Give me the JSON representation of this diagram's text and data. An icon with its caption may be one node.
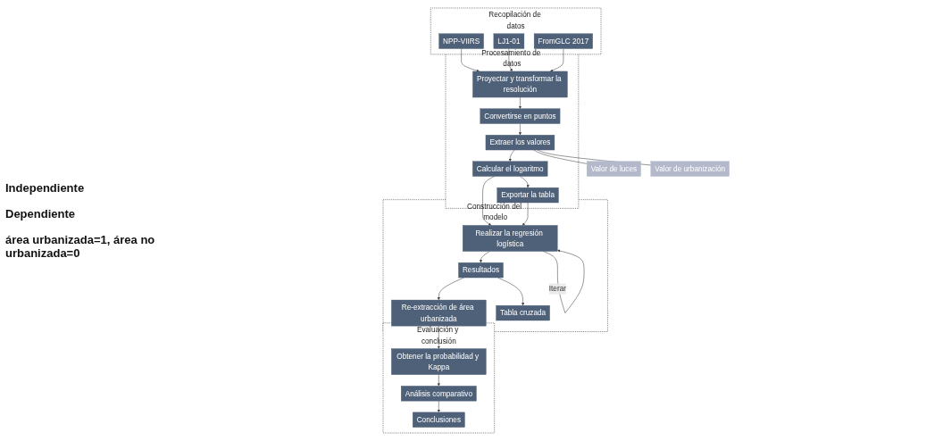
{
  "diagram": {
    "nodes": [
      {
        "text": [
          "Recopilación de datos"
        ]
      },
      {
        "text": [
          "NPP-VIIRS"
        ],
        "in": 0
      },
      {
        "text": [
          "LJ1-01"
        ],
        "in": 0
      },
      {
        "text": [
          "FromGLC 2017"
        ],
        "in": 0
      },
      {
        "text": [
          "Procesamiento de datos"
        ]
      },
      {
        "text": [
          "Proyectar y transformar la resolución"
        ],
        "in": 4
      },
      {
        "text": [
          "Convertirse en puntos"
        ],
        "in": 4
      },
      {
        "text": [
          "Extraer los valores"
        ],
        "in": 4
      },
      {
        "text": [
          "Calcular el logaritmo"
        ],
        "in": 4
      },
      {
        "text": [
          "Exportar la tabla"
        ],
        "in": 4
      },
      {
        "text": [
          "Evaluación y conclusión"
        ]
      },
      {
        "text": [
          "Conclusiones"
        ],
        "in": 10
      },
      {
        "text": [
          "Análisis comparativo"
        ],
        "in": 10
      },
      {
        "text": [
          "Obtener la probabilidad y Kappa"
        ],
        "in": 10
      },
      {
        "text": [
          "Valor de luces"
        ]
      },
      {
        "text": [
          "Valor de urbanización"
        ]
      },
      {
        "text": [
          "Construcción del modelo"
        ]
      },
      {
        "text": [
          "Realizar la regresión logística"
        ],
        "in": 16
      },
      {
        "text": [
          "Resultados"
        ],
        "in": 16
      },
      {
        "text": [
          "Re-extracción de área urbanizada"
        ],
        "in": 16
      },
      {
        "text": [
          "Tabla cruzada"
        ],
        "in": 16
      }
    ],
    "edges": [
      {
        "from": 1,
        "to": 5,
        "arrow": "to"
      },
      {
        "from": 2,
        "to": 5,
        "arrow": "to"
      },
      {
        "from": 3,
        "to": 5,
        "arrow": "to"
      },
      {
        "from": 5,
        "to": 6,
        "arrow": "to"
      },
      {
        "from": 6,
        "to": 7,
        "arrow": "to"
      },
      {
        "from": 7,
        "to": 8,
        "arrow": "to"
      },
      {
        "from": 8,
        "to": 9,
        "arrow": "to"
      },
      {
        "from": 7,
        "to": 14,
        "arrow": "none"
      },
      {
        "from": 7,
        "to": 15,
        "arrow": "none"
      },
      {
        "from": 8,
        "to": 17,
        "arrow": "to"
      },
      {
        "from": 9,
        "to": 17,
        "arrow": "to"
      },
      {
        "from": 17,
        "to": 18,
        "arrow": "to"
      },
      {
        "from": 17,
        "to": 17,
        "arrow": "to",
        "label": "Iterar"
      },
      {
        "from": 18,
        "to": 19,
        "arrow": "to"
      },
      {
        "from": 18,
        "to": 20,
        "arrow": "to"
      },
      {
        "from": 19,
        "to": 13,
        "arrow": "to"
      },
      {
        "from": 13,
        "to": 12,
        "arrow": "to"
      },
      {
        "from": 12,
        "to": 11,
        "arrow": "to"
      }
    ],
    "labels": [
      "Independiente",
      "Dependiente",
      "área urbanizada=1, área no urbanizada=0"
    ]
  }
}
